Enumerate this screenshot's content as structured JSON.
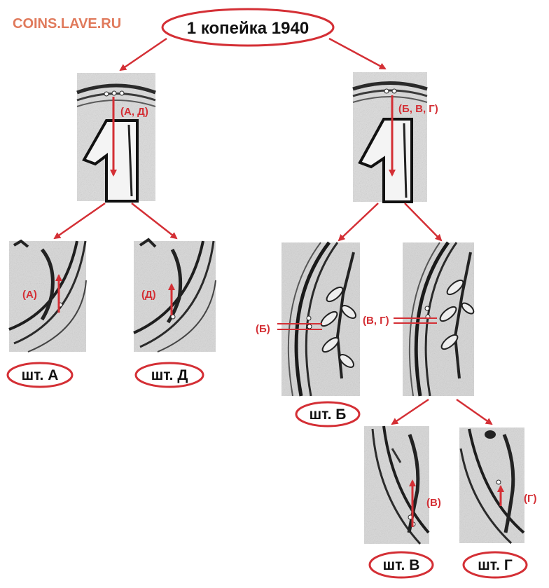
{
  "site": "COINS.LAVE.RU",
  "title": "1 копейка 1940",
  "colors": {
    "accent": "#d42f35",
    "site": "#e07a5c",
    "coin_light": "#dcdcdc",
    "coin_dark": "#2a2a2a"
  },
  "annotations": {
    "top_left": "(А, Д)",
    "top_right": "(Б, В, Г)",
    "a": "(А)",
    "d": "(Д)",
    "b": "(Б)",
    "vg": "(В, Г)",
    "v": "(В)",
    "g": "(Г)"
  },
  "stamps": {
    "a": "шт. А",
    "d": "шт. Д",
    "b": "шт. Б",
    "v": "шт. В",
    "g": "шт. Г"
  }
}
